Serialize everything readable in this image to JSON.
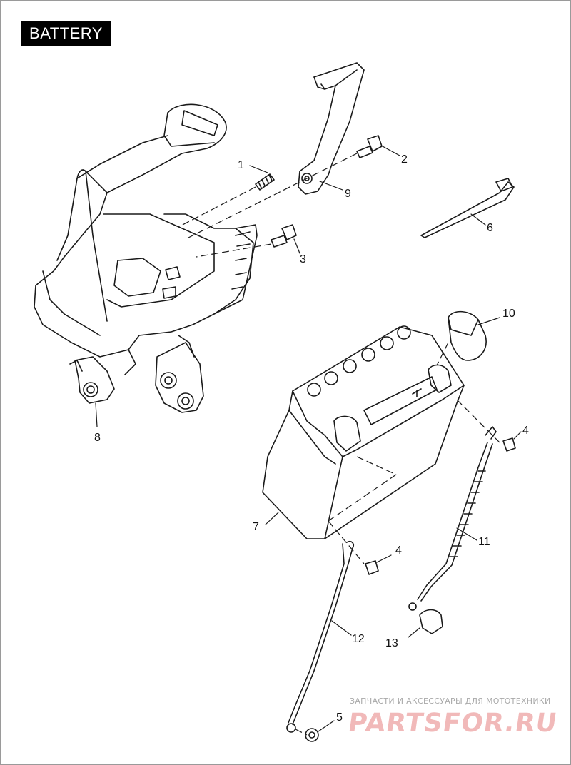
{
  "title": "BATTERY",
  "watermark": {
    "caption": "ЗАПЧАСТИ И АКСЕССУАРЫ ДЛЯ МОТОТЕХНИКИ",
    "brand": "PARTSFOR.RU"
  },
  "callouts": [
    "1",
    "2",
    "3",
    "4",
    "4",
    "5",
    "6",
    "7",
    "8",
    "9",
    "10",
    "11",
    "12",
    "13"
  ],
  "colors": {
    "line": "#1a1a1a",
    "frame": "#9a9a9a",
    "title_bg": "#000000",
    "watermark_brand": "#f1b9b9"
  }
}
